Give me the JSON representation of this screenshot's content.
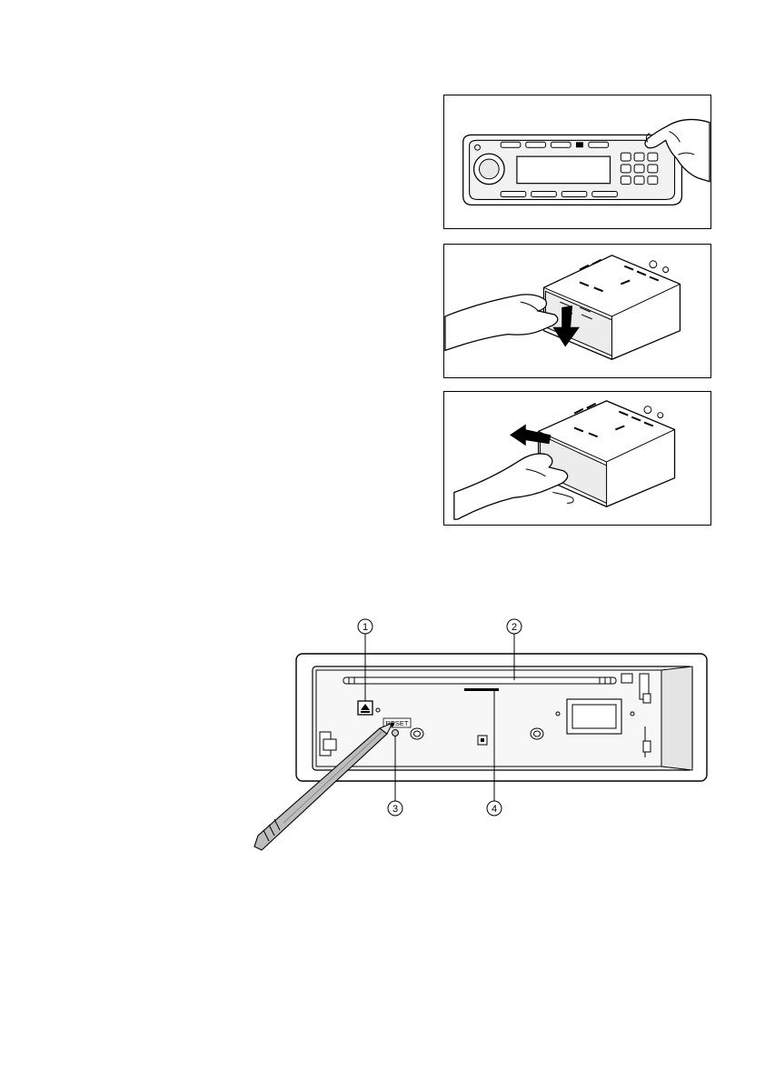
{
  "figures": {
    "detach_front_panel": {
      "icon": "hand-pressing-release-button"
    },
    "open_front_panel": {
      "icon": "hand-lowering-panel-arrow-down"
    },
    "attach_front_panel": {
      "icon": "hand-pushing-panel-arrow-left"
    }
  },
  "chassis_diagram": {
    "reset_label": "RESET",
    "callouts": [
      {
        "number": "1",
        "target": "eject-button"
      },
      {
        "number": "2",
        "target": "disc-slot"
      },
      {
        "number": "3",
        "target": "reset-button"
      },
      {
        "number": "4",
        "target": "slot-indicator"
      }
    ]
  },
  "colors": {
    "line": "#000000",
    "shade": "#d9d9d9",
    "pencil": "#b8b8b8"
  }
}
